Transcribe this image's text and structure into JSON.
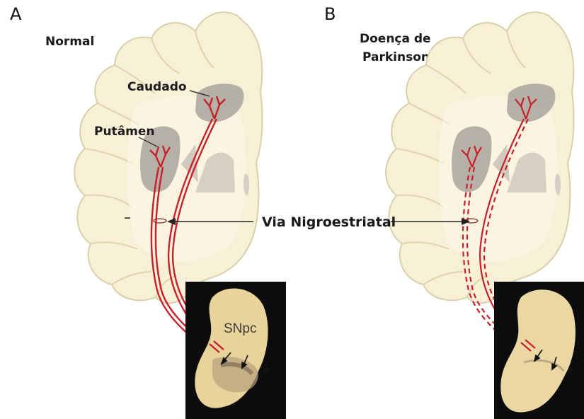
{
  "panels": [
    {
      "letter": "A",
      "title_lines": [
        "Normal"
      ]
    },
    {
      "letter": "B",
      "title_lines": [
        "Doença de",
        "Parkinson"
      ]
    }
  ],
  "labels": {
    "caudate": "Caudado",
    "putamen": "Putâmen",
    "pathway": "Via Nigroestriatal",
    "snpc": "SNpc"
  },
  "colors": {
    "background": "#ffffff",
    "brain_tissue": "#f7f0d6",
    "brain_outline": "#d9cfa9",
    "gray_matter_nuclei": "#a8a49c",
    "nigrostriatal_fibers": "#c8202a",
    "photo_background": "#0c0c0c",
    "midbrain_tissue": "#e8d49a",
    "pigmented_neurons": "#6e5b49"
  }
}
